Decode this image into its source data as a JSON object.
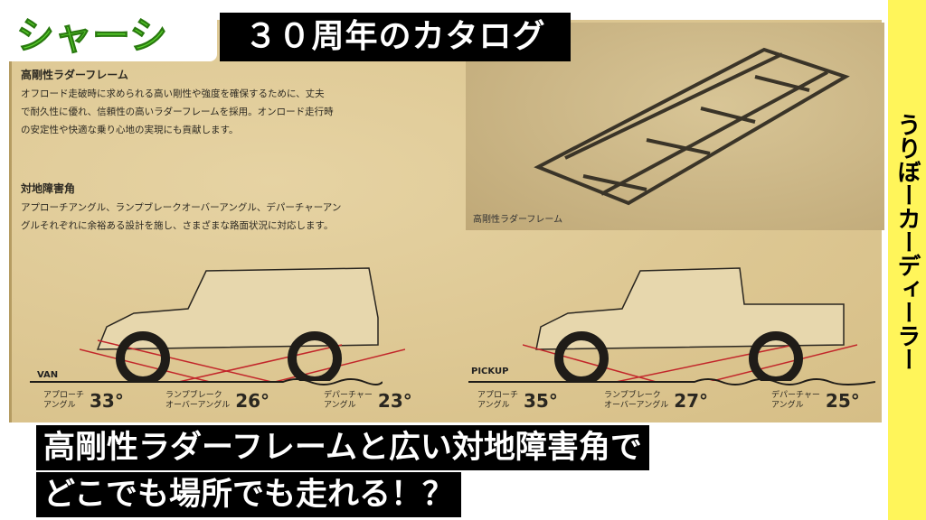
{
  "header": {
    "section_title": "シャーシ",
    "subtitle": "３０周年のカタログ"
  },
  "sidebar": {
    "channel_name": "うりぼーカーディーラー"
  },
  "catalog": {
    "frame": {
      "heading": "高剛性ラダーフレーム",
      "body": [
        "オフロード走破時に求められる高い剛性や強度を確保するために、丈夫",
        "で耐久性に優れ、信頼性の高いラダーフレームを採用。オンロード走行時",
        "の安定性や快適な乗り心地の実現にも貢献します。"
      ]
    },
    "angles": {
      "heading": "対地障害角",
      "body": [
        "アプローチアングル、ランプブレークオーバーアングル、デパーチャーアン",
        "グルそれぞれに余裕ある設計を施し、さまざまな路面状況に対応します。"
      ]
    },
    "photo_label": "高剛性ラダーフレーム",
    "models": [
      {
        "name": "VAN",
        "approach_label": [
          "アプローチ",
          "アングル"
        ],
        "approach": "33°",
        "ramp_label": [
          "ランプブレーク",
          "オーバーアングル"
        ],
        "ramp": "26°",
        "departure_label": [
          "デパーチャー",
          "アングル"
        ],
        "departure": "23°"
      },
      {
        "name": "PICKUP",
        "approach_label": [
          "アプローチ",
          "アングル"
        ],
        "approach": "35°",
        "ramp_label": [
          "ランプブレーク",
          "オーバーアングル"
        ],
        "ramp": "27°",
        "departure_label": [
          "デパーチャー",
          "アングル"
        ],
        "departure": "25°"
      }
    ]
  },
  "caption": {
    "line1": "高剛性ラダーフレームと広い対地障害角で",
    "line2": "どこでも場所でも走れる！？"
  }
}
